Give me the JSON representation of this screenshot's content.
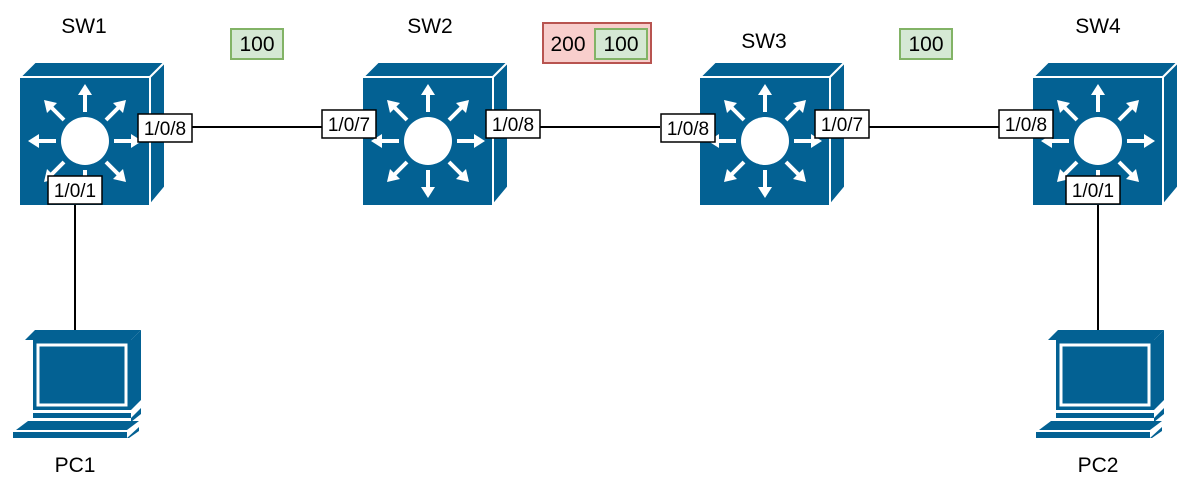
{
  "colors": {
    "device": "#036193",
    "vlan_allowed_fill": "#d5e8d4",
    "vlan_allowed_border": "#82b366",
    "vlan_blocked_fill": "#f8cecc",
    "vlan_blocked_border": "#b85450",
    "link": "#000000"
  },
  "switches": [
    {
      "id": "sw1",
      "name": "SW1",
      "icon": "layer3-switch-icon"
    },
    {
      "id": "sw2",
      "name": "SW2",
      "icon": "layer3-switch-icon"
    },
    {
      "id": "sw3",
      "name": "SW3",
      "icon": "layer3-switch-icon"
    },
    {
      "id": "sw4",
      "name": "SW4",
      "icon": "layer3-switch-icon"
    }
  ],
  "pcs": [
    {
      "id": "pc1",
      "name": "PC1",
      "icon": "pc-icon"
    },
    {
      "id": "pc2",
      "name": "PC2",
      "icon": "pc-icon"
    }
  ],
  "links": [
    {
      "from": "SW1",
      "from_port": "1/0/8",
      "to": "SW2",
      "to_port": "1/0/7",
      "vlans": [
        {
          "id": "100",
          "status": "allowed"
        }
      ]
    },
    {
      "from": "SW2",
      "from_port": "1/0/8",
      "to": "SW3",
      "to_port": "1/0/8",
      "vlans": [
        {
          "id": "200",
          "status": "blocked"
        },
        {
          "id": "100",
          "status": "allowed"
        }
      ]
    },
    {
      "from": "SW3",
      "from_port": "1/0/7",
      "to": "SW4",
      "to_port": "1/0/8",
      "vlans": [
        {
          "id": "100",
          "status": "allowed"
        }
      ]
    },
    {
      "from": "SW1",
      "from_port": "1/0/1",
      "to": "PC1",
      "to_port": "",
      "vlans": []
    },
    {
      "from": "SW4",
      "from_port": "1/0/1",
      "to": "PC2",
      "to_port": "",
      "vlans": []
    }
  ]
}
